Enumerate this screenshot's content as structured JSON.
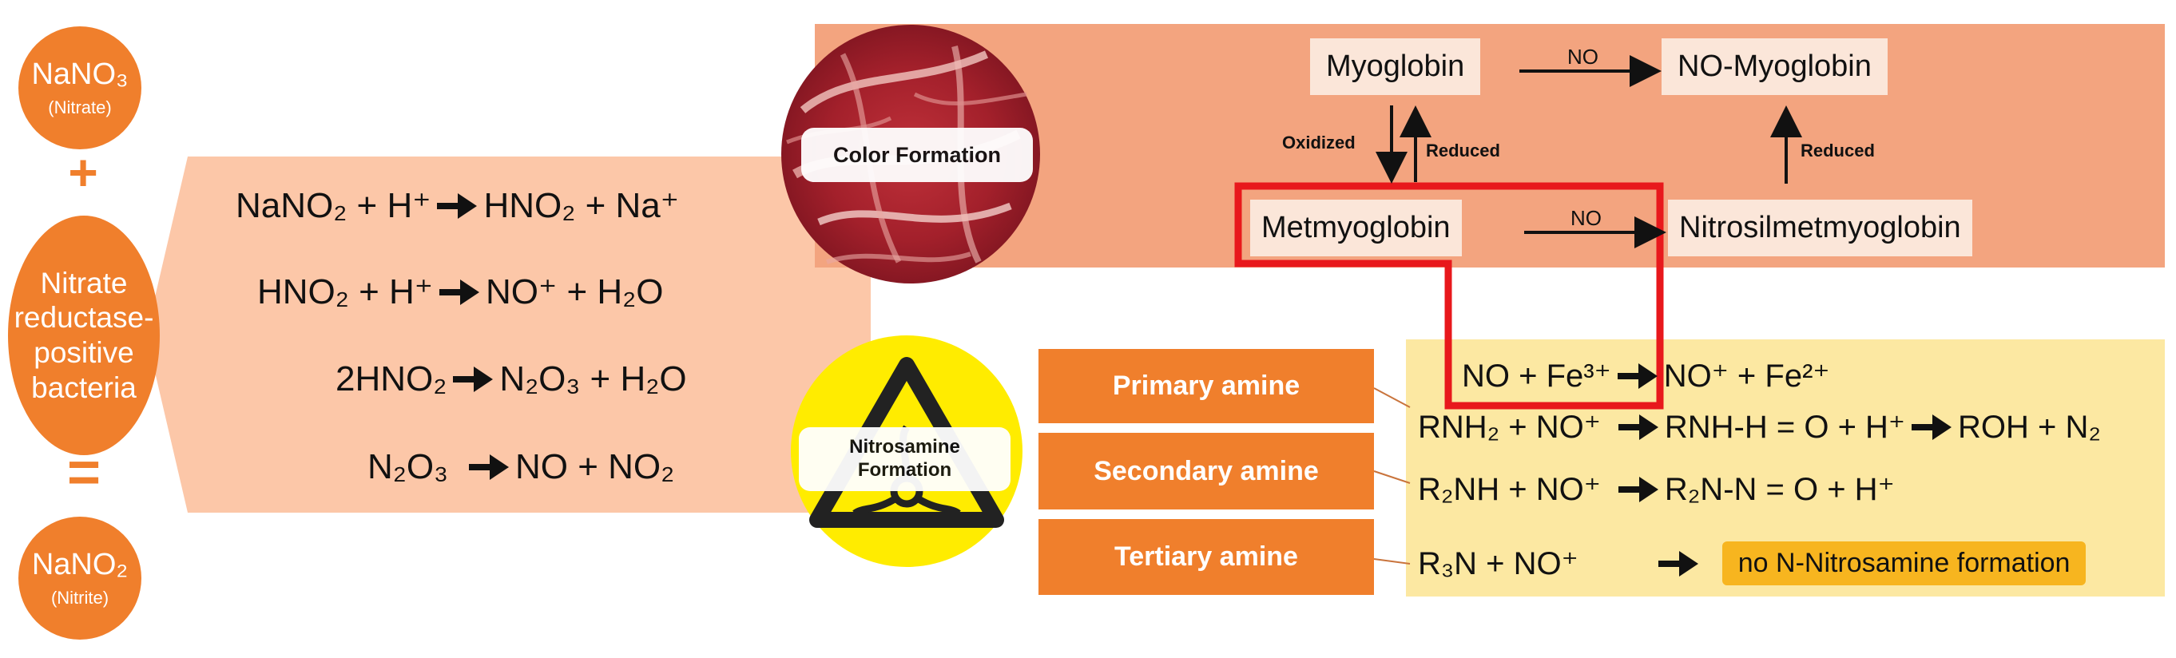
{
  "left": {
    "nitrate": {
      "formula": "NaNO₃",
      "name": "(Nitrate)"
    },
    "plus": "+",
    "bacteria": {
      "line1": "Nitrate",
      "line2": "reductase-",
      "line3": "positive",
      "line4": "bacteria"
    },
    "equals": "=",
    "nitrite": {
      "formula": "NaNO₂",
      "name": "(Nitrite)"
    }
  },
  "reactions": [
    {
      "left": "NaNO₂ + H⁺",
      "right": "HNO₂ + Na⁺"
    },
    {
      "left": "HNO₂ + H⁺",
      "right": "NO⁺ + H₂O"
    },
    {
      "left": "2HNO₂",
      "right": "N₂O₃ + H₂O"
    },
    {
      "left": "N₂O₃",
      "right": "NO + NO₂"
    }
  ],
  "color_formation": {
    "label": "Color Formation",
    "myoglobin": "Myoglobin",
    "no_myoglobin": "NO-Myoglobin",
    "metmyoglobin": "Metmyoglobin",
    "nitrosilmetmyoglobin": "Nitrosilmetmyoglobin",
    "no": "NO",
    "oxidized": "Oxidized",
    "reduced": "Reduced"
  },
  "nitrosamine": {
    "label_line1": "Nitrosamine",
    "label_line2": "Formation",
    "amines": [
      "Primary amine",
      "Secondary amine",
      "Tertiary amine"
    ],
    "fe_reaction": {
      "left": "NO + Fe³⁺",
      "right": "NO⁺ + Fe²⁺"
    },
    "primary_reaction": {
      "left": "RNH₂ + NO⁺",
      "mid": "RNH-H = O + H⁺",
      "right": "ROH + N₂"
    },
    "secondary_reaction": {
      "left": "R₂NH + NO⁺",
      "right": "R₂N-N = O + H⁺"
    },
    "tertiary_reaction": {
      "left": "R₃N + NO⁺",
      "right": "no N-Nitrosamine formation"
    }
  },
  "colors": {
    "orange": "#F07F2C",
    "peach": "#FCC7A8",
    "salmon": "#F3A47F",
    "yellow": "#FCE8A2",
    "red_frame": "#E8181C",
    "highlight": "#F7B51F"
  }
}
